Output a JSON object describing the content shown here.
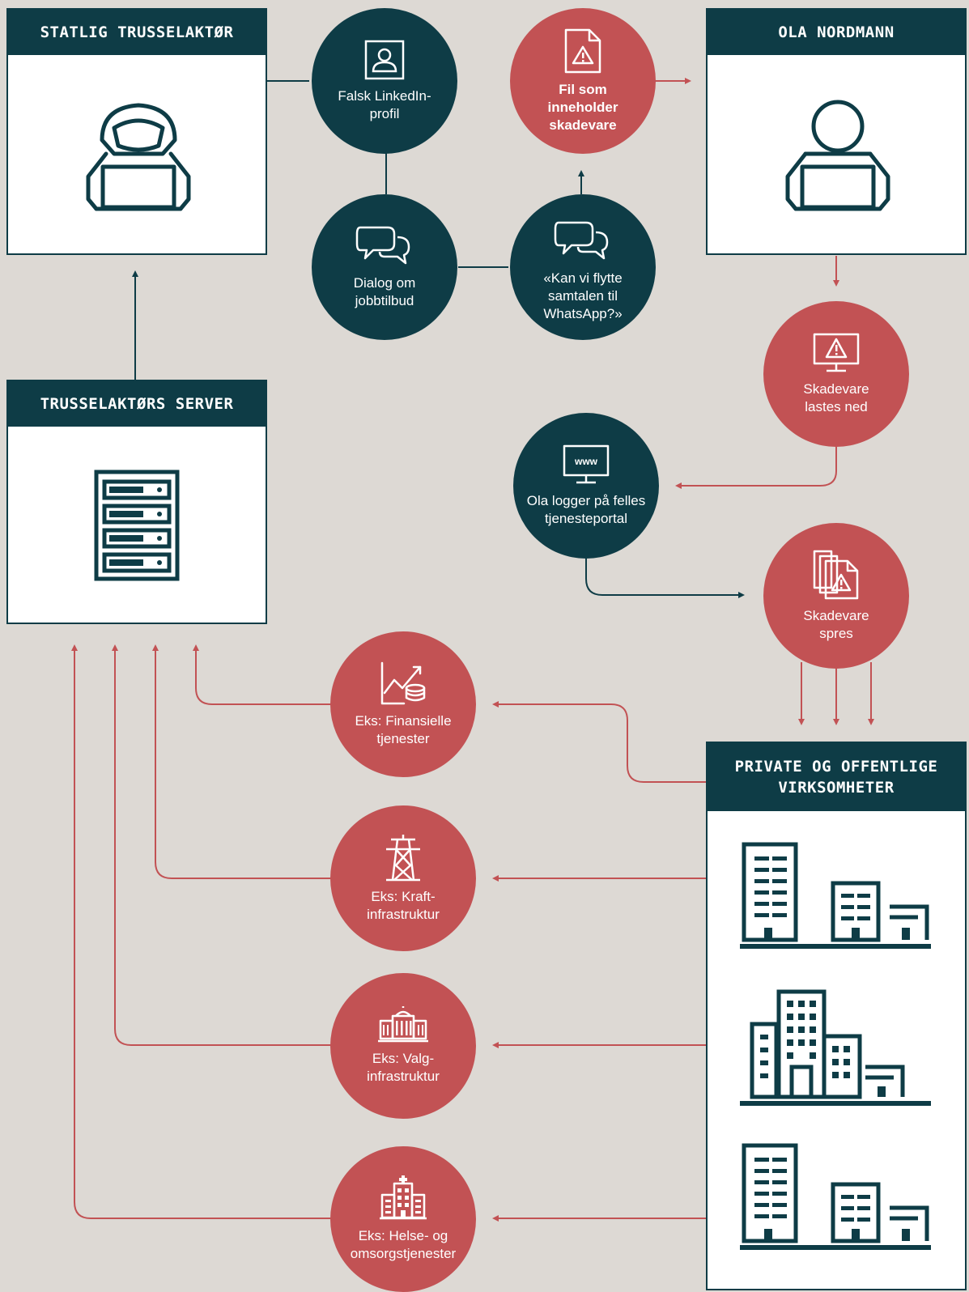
{
  "colors": {
    "background": "#ddd9d4",
    "teal": "#0e3c46",
    "red": "#c25254",
    "white": "#ffffff"
  },
  "boxes": {
    "statlig": {
      "title": "STATLIG TRUSSELAKTØR",
      "icon": "hooded-hacker-icon"
    },
    "server": {
      "title": "TRUSSELAKTØRS SERVER",
      "icon": "server-rack-icon"
    },
    "ola": {
      "title": "OLA NORDMANN",
      "icon": "person-laptop-icon"
    },
    "virksomheter": {
      "title_line1": "PRIVATE OG OFFENTLIGE",
      "title_line2": "VIRKSOMHETER",
      "icon": "office-buildings-icon"
    }
  },
  "nodes": {
    "linkedin": {
      "line1": "Falsk LinkedIn-",
      "line2": "profil",
      "icon": "profile-card-icon"
    },
    "fil": {
      "line1": "Fil som inneholder",
      "line2": "skadevare",
      "icon": "warning-file-icon"
    },
    "dialog": {
      "line1": "Dialog om",
      "line2": "jobbtilbud",
      "icon": "chat-bubbles-icon"
    },
    "whatsapp": {
      "line1": "«Kan vi flytte",
      "line2": "samtalen til",
      "line3": "WhatsApp?»",
      "icon": "chat-bubbles-icon"
    },
    "lastes": {
      "line1": "Skadevare",
      "line2": "lastes ned",
      "icon": "monitor-warning-icon"
    },
    "portal": {
      "line1": "Ola logger på felles",
      "line2": "tjenesteportal",
      "icon": "monitor-www-icon",
      "screen_text": "www"
    },
    "spres": {
      "line1": "Skadevare",
      "line2": "spres",
      "icon": "stacked-warning-files-icon"
    },
    "finans": {
      "line1": "Eks: Finansielle",
      "line2": "tjenester",
      "icon": "finance-chart-coins-icon"
    },
    "kraft": {
      "line1": "Eks: Kraft-",
      "line2": "infrastruktur",
      "icon": "power-pylon-icon"
    },
    "valg": {
      "line1": "Eks: Valg-",
      "line2": "infrastruktur",
      "icon": "parliament-building-icon"
    },
    "helse": {
      "line1": "Eks: Helse- og",
      "line2": "omsorgstjenester",
      "icon": "hospital-icon"
    }
  }
}
